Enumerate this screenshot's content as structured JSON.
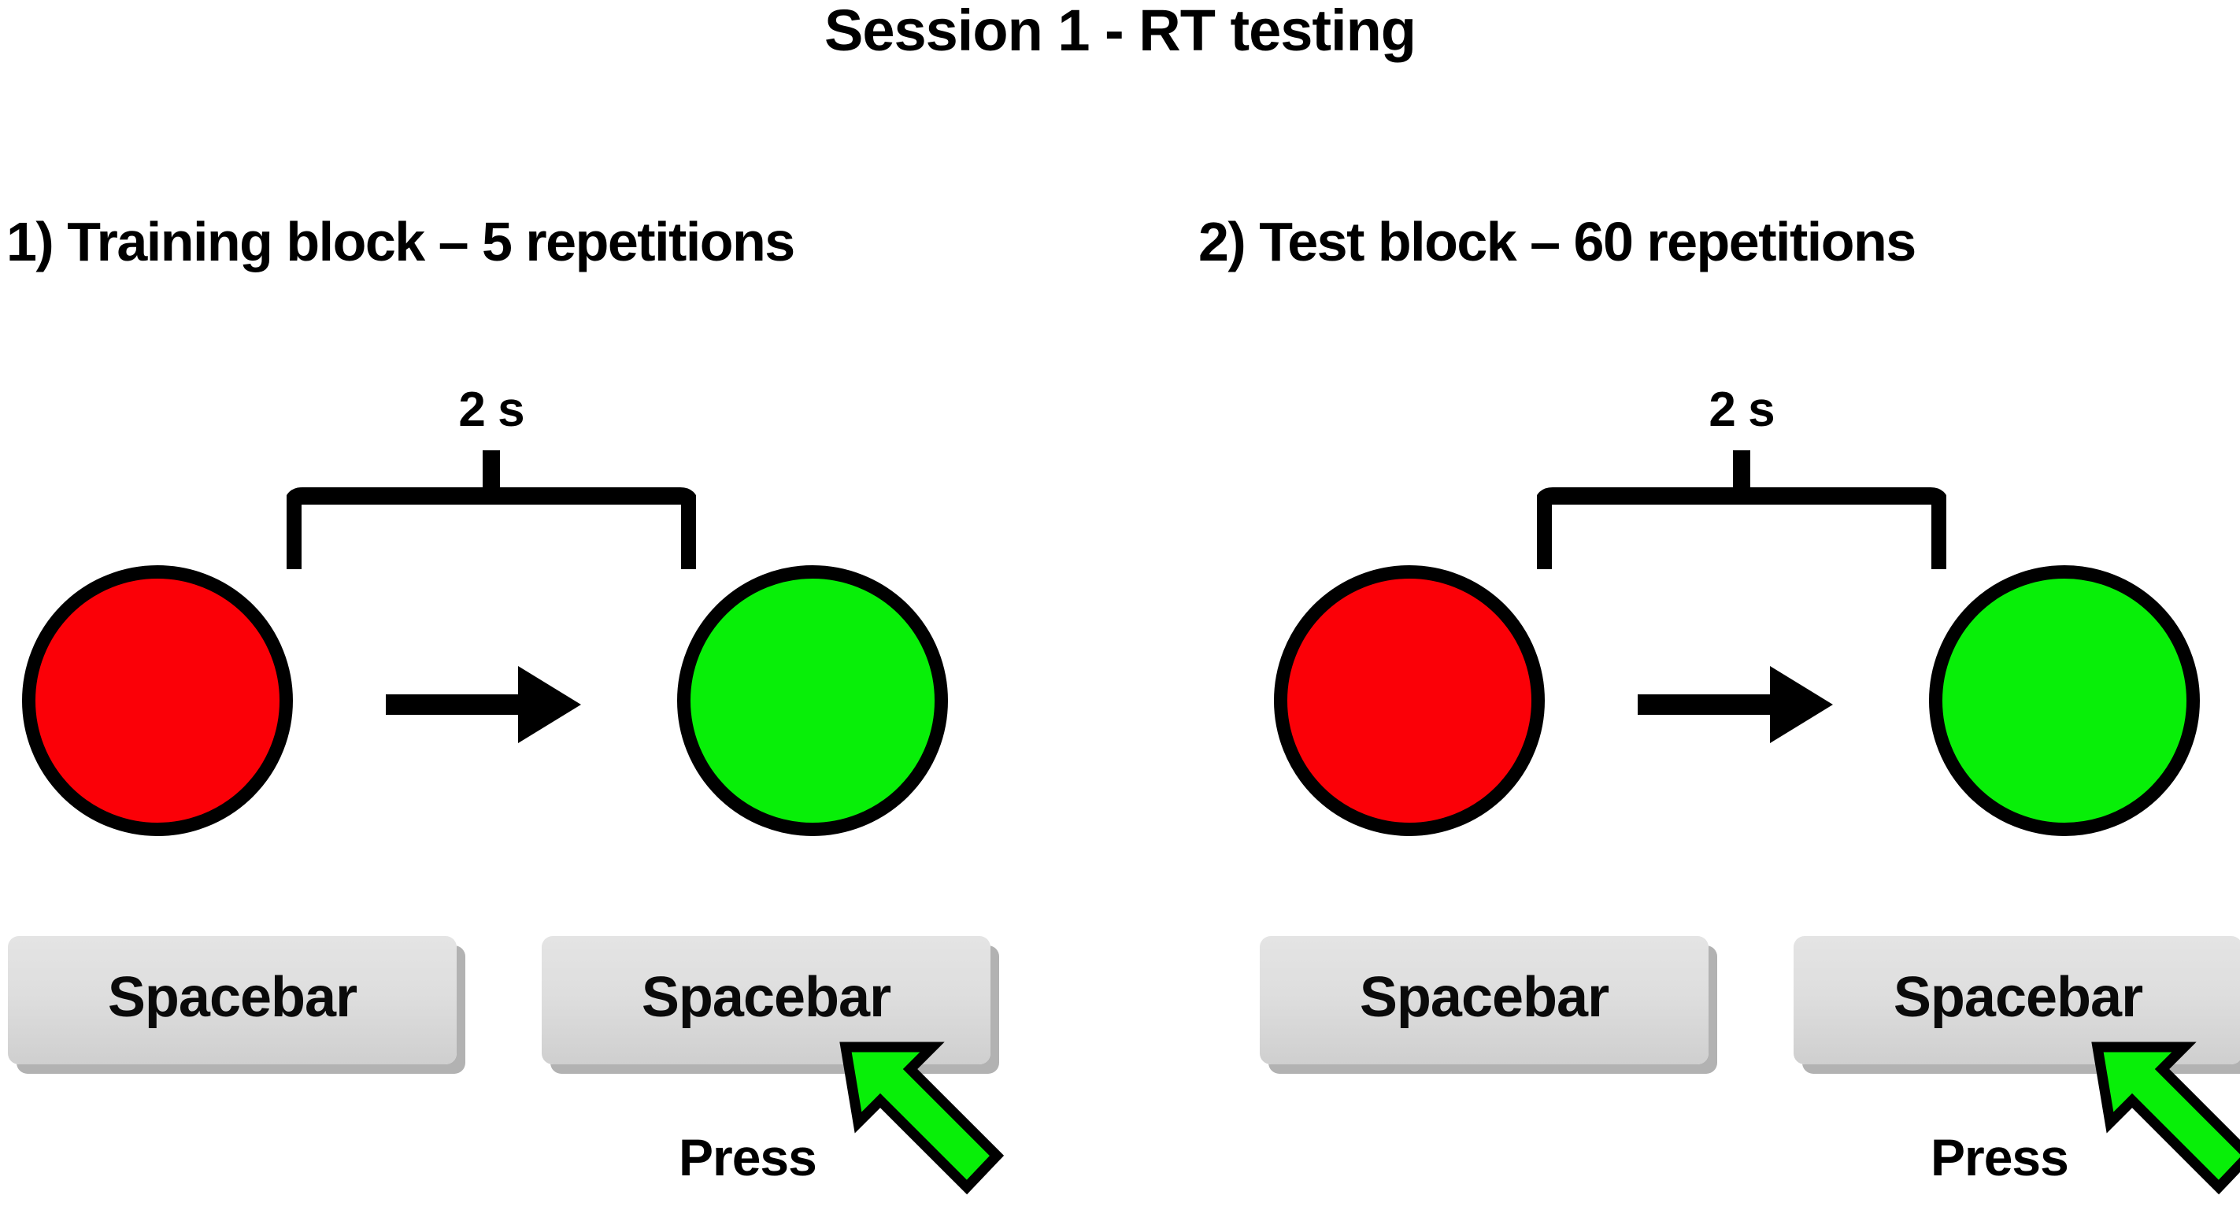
{
  "page": {
    "title": "Session 1 - RT testing",
    "background_color": "#ffffff"
  },
  "colors": {
    "stimulus_red": "#FB0007",
    "stimulus_green": "#08EF08",
    "cue_arrow_green": "#08EF08",
    "outline_black": "#000000",
    "key_face_gray": "#DEDEDE",
    "key_shadow_gray": "#B2B2B2"
  },
  "blocks": [
    {
      "heading": "1) Training block – 5 repetitions",
      "interval_label": "2 s",
      "stimulus_start": "red-circle",
      "stimulus_end": "green-circle",
      "transition_icon": "right-arrow-icon",
      "keys": [
        {
          "label": "Spacebar",
          "action_cue": null
        },
        {
          "label": "Spacebar",
          "action_cue": "Press"
        }
      ],
      "cue_label": "Press",
      "cue_icon": "up-left-arrow-icon"
    },
    {
      "heading": "2) Test block – 60 repetitions",
      "interval_label": "2 s",
      "stimulus_start": "red-circle",
      "stimulus_end": "green-circle",
      "transition_icon": "right-arrow-icon",
      "keys": [
        {
          "label": "Spacebar",
          "action_cue": null
        },
        {
          "label": "Spacebar",
          "action_cue": "Press"
        }
      ],
      "cue_label": "Press",
      "cue_icon": "up-left-arrow-icon"
    }
  ]
}
